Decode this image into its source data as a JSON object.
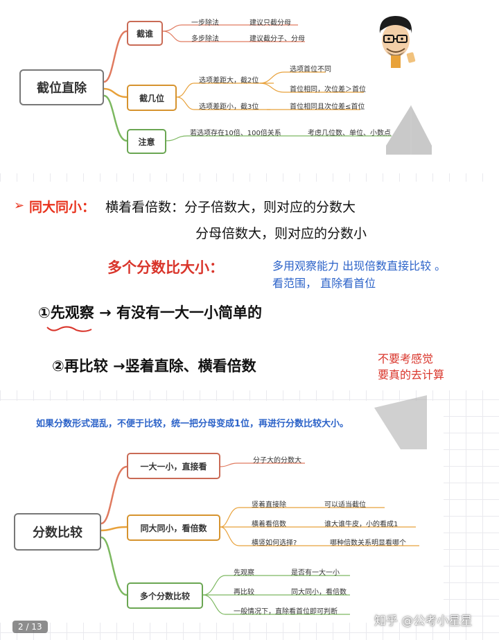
{
  "mindmap1": {
    "root": "截位直除",
    "branches": [
      {
        "label": "截谁",
        "leaves": [
          {
            "left": "一步除法",
            "right": "建议只截分母"
          },
          {
            "left": "多步除法",
            "right": "建议截分子、分母"
          }
        ]
      },
      {
        "label": "截几位",
        "leaves": [
          {
            "left": "选项差距大，截2位",
            "children": [
              "选项首位不同",
              "首位相同，次位差＞首位"
            ]
          },
          {
            "left": "选项差距小，截3位",
            "children": [
              "首位相同且次位差≤首位"
            ]
          }
        ]
      },
      {
        "label": "注意",
        "leaves": [
          {
            "left": "若选项存在10倍、100倍关系",
            "right": "考虑几位数、单位、小数点"
          }
        ]
      }
    ]
  },
  "notes": {
    "rule1_marker": "➢",
    "rule1_title": "同大同小：",
    "rule1_line1": "横着看倍数：分子倍数大，则对应的分数大",
    "rule1_line2": "分母倍数大，则对应的分数小",
    "multi_title": "多个分数比大小：",
    "multi_tip_line1": "多用观察能力 出现倍数直接比较 。",
    "multi_tip_line2": "看范围， 直除看首位",
    "step1": "①先观察 → 有没有一大一小简单的",
    "step2": "②再比较 →竖着直除、横看倍数",
    "side_line1": "不要考感觉",
    "side_line2": "要真的去计算",
    "blue_note": "如果分数形式混乱，不便于比较，统一把分母变成1位，再进行分数比较大小。"
  },
  "mindmap2": {
    "root": "分数比较",
    "branches": [
      {
        "label": "一大一小，直接看",
        "leaves": [
          {
            "left": "分子大的分数大"
          }
        ]
      },
      {
        "label": "同大同小，看倍数",
        "leaves": [
          {
            "left": "竖着直接除",
            "right": "可以适当截位"
          },
          {
            "left": "横着看倍数",
            "right": "谁大谁牛皮，小的看成1"
          },
          {
            "left": "横竖如何选择?",
            "right": "哪种倍数关系明显看哪个"
          }
        ]
      },
      {
        "label": "多个分数比较",
        "leaves": [
          {
            "left": "先观察",
            "right": "是否有一大一小"
          },
          {
            "left": "再比较",
            "right": "同大同小，看倍数"
          },
          {
            "left": "一般情况下，直除看首位即可判断"
          }
        ]
      }
    ]
  },
  "footer": {
    "page_indicator": "2 / 13",
    "watermark": "知乎 @公考小星星"
  },
  "colors": {
    "branch_red": "#e07a5f",
    "branch_orange": "#e8a13a",
    "branch_green": "#7cb860",
    "highlight_red": "#e8321c",
    "note_blue": "#2b62c8",
    "title_red": "#d9352b"
  }
}
